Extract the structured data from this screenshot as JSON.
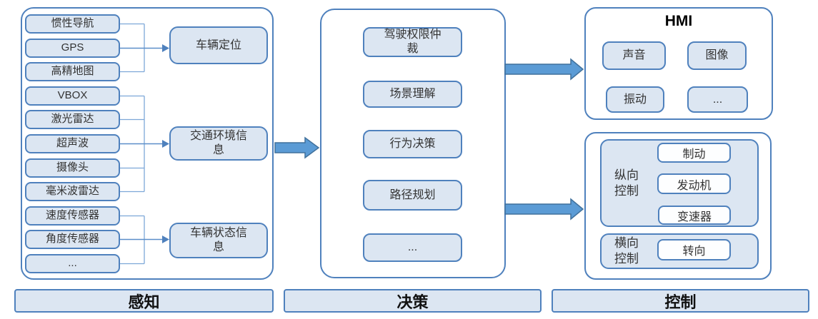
{
  "colors": {
    "box_fill": "#dce6f2",
    "box_border": "#4f81bd",
    "container_fill": "#ffffff",
    "inner_box_fill": "#fdfeff",
    "connector_line": "#7da7d8",
    "arrow_fill": "#5b9bd5",
    "arrow_border": "#41719c",
    "text": "#333333"
  },
  "perception": {
    "section_label": "感知",
    "sensors": [
      "惯性导航",
      "GPS",
      "高精地图",
      "VBOX",
      "激光雷达",
      "超声波",
      "摄像头",
      "毫米波雷达",
      "速度传感器",
      "角度传感器",
      "..."
    ],
    "aggregates": [
      "车辆定位",
      "交通环境信\n息",
      "车辆状态信\n息"
    ]
  },
  "decision": {
    "section_label": "决策",
    "modules": [
      "驾驶权限仲\n裁",
      "场景理解",
      "行为决策",
      "路径规划",
      "..."
    ]
  },
  "hmi": {
    "title": "HMI",
    "items": [
      "声音",
      "图像",
      "振动",
      "..."
    ]
  },
  "control": {
    "section_label": "控制",
    "longitudinal_label": "纵向\n控制",
    "longitudinal_items": [
      "制动",
      "发动机",
      "变速器"
    ],
    "lateral_label": "横向\n控制",
    "lateral_items": [
      "转向"
    ]
  }
}
